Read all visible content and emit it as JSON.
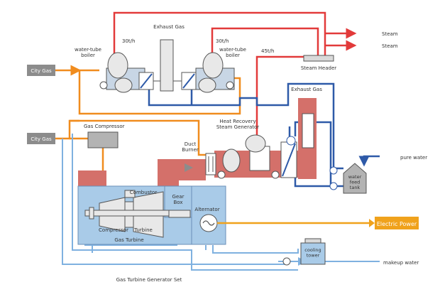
{
  "colors": {
    "steam_red": "#e23a3a",
    "gas_orange": "#f08c1e",
    "water_blue": "#2e5aa8",
    "light_blue": "#7fb1e0",
    "exhaust_pink": "#d4706a",
    "equipment_blue": "#a9cbe8",
    "gray": "#8c8c8c",
    "output_gold": "#f0a21c"
  },
  "inputs": {
    "city_gas_top": "City Gas",
    "city_gas_mid": "City Gas",
    "pure_water": "pure water",
    "makeup_water": "makeup water"
  },
  "outputs": {
    "steam_1": "Steam",
    "steam_2": "Steam",
    "electric_power": "Electric Power"
  },
  "labels": {
    "exhaust_gas_top": "Exhaust Gas",
    "boiler_left": "water-tube\nboiler",
    "boiler_right": "water-tube\nboiler",
    "flow_left": "30t/h",
    "flow_right": "30t/h",
    "flow_hrsg": "45t/h",
    "steam_header": "Steam Header",
    "exhaust_gas_right": "Exhaust Gas",
    "gas_compressor": "Gas Compressor",
    "hrsg": "Heat Recovery\nSteam Generator",
    "duct_burner": "Duct\nBurner",
    "feed_tank": "water\nfeed\ntank",
    "combustor": "Combustor",
    "gear_box": "Gear\nBox",
    "alternator": "Alternator",
    "compressor": "Compressor",
    "turbine": "Turbine",
    "gas_turbine": "Gas Turbine",
    "cooling_tower": "cooling\ntower",
    "generator_set": "Gas Turbine Generator Set"
  }
}
